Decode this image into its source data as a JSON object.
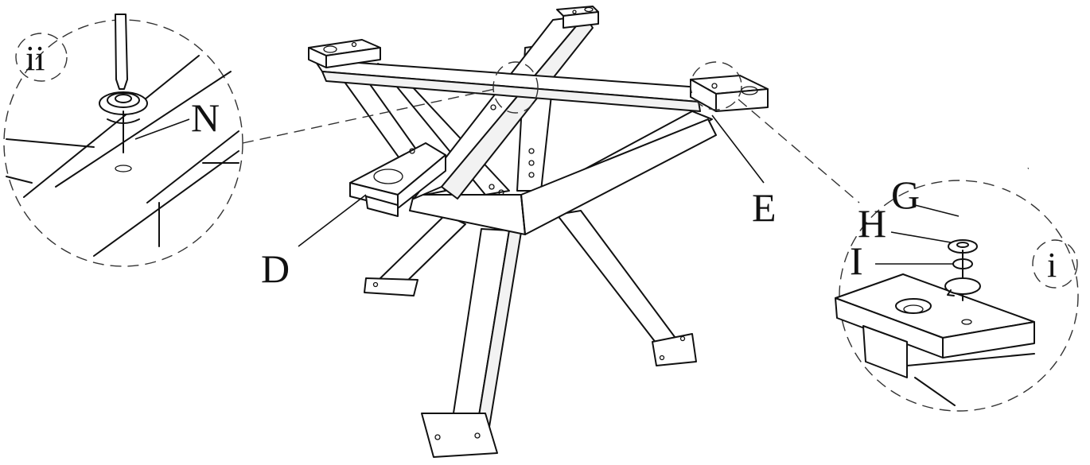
{
  "labels": {
    "D": "D",
    "E": "E",
    "N": "N",
    "G": "G",
    "H": "H",
    "I": "I",
    "detail_i": "i",
    "detail_ii": "ii"
  }
}
